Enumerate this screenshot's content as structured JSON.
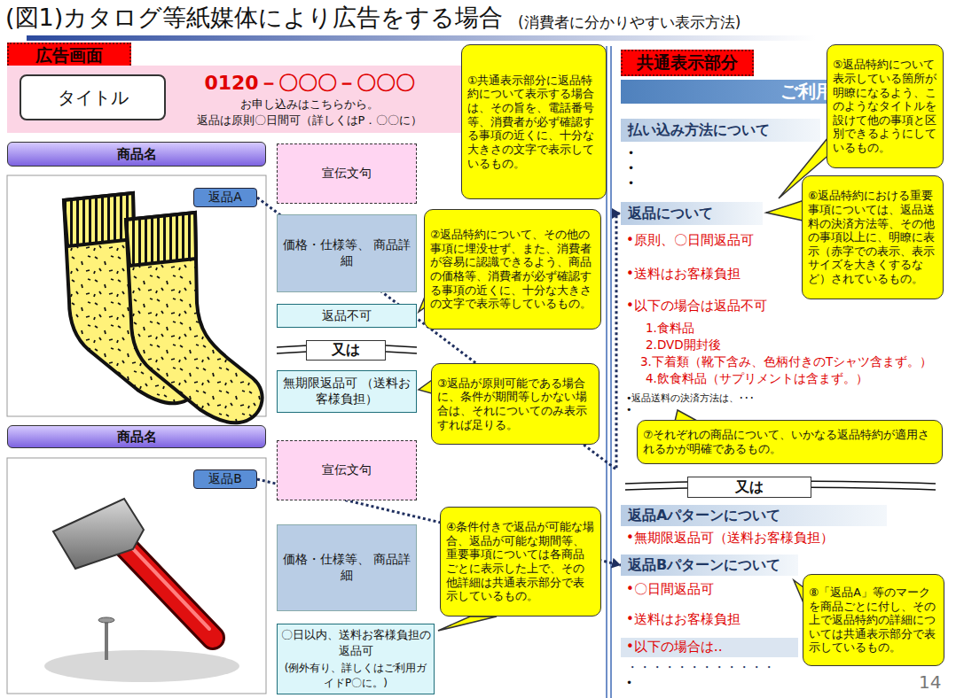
{
  "diagram": {
    "title": "(図1)カタログ等紙媒体により広告をする場合",
    "nodes": [
      {
        "text": [
          "広告画面"
        ]
      },
      {
        "text": [
          "0120－〇〇〇－〇〇〇",
          "お申し込みはこちらから。",
          "返品は原則〇日間可（詳しくはP．〇〇に）"
        ]
      },
      {
        "text": [
          "タイトル"
        ],
        "in": 1
      },
      {
        "text": [
          "商品名"
        ]
      },
      {
        "text": [
          "返品A"
        ]
      },
      {
        "text": [
          "宣伝文句"
        ]
      },
      {
        "text": [
          "価格・仕様等、 商品詳細"
        ]
      },
      {
        "text": [
          "返品不可"
        ]
      },
      {
        "text": [
          "又は"
        ]
      },
      {
        "text": [
          "無期限返品可 （送料お客様負担）"
        ]
      },
      {
        "text": [
          "商品名"
        ]
      },
      {
        "text": [
          "返品B"
        ]
      },
      {
        "text": [
          "宣伝文句"
        ]
      },
      {
        "text": [
          "価格・仕様等、 商品詳細"
        ]
      },
      {
        "text": [
          "〇日以内、送料お客様負担の返品可",
          "(例外有り、詳しくはご利用ガイドP〇に。)"
        ]
      },
      {
        "text": [
          "共通表示部分"
        ]
      },
      {
        "text": [
          "ご利用ガイド"
        ]
      },
      {
        "text": [
          "払い込み方法について"
        ]
      },
      {
        "text": [
          "返品について"
        ]
      },
      {
        "text": [
          "又は"
        ]
      },
      {
        "text": [
          "返品Aパターンについて"
        ]
      },
      {
        "text": [
          "返品Bパターンについて"
        ]
      },
      {
        "text": [
          "①共通表示部分に返品特約について表示する場合は、その旨を、電話番号等、消費者が必ず確認する事項の近くに、十分な大きさの文字で表示しているもの。"
        ]
      },
      {
        "text": [
          "②返品特約について、その他の事項に埋没せず、また、消費者が容易に認識できるよう、商品の価格等、消費者が必ず確認する事項の近くに、十分な大きさの文字で表示等しているもの。"
        ]
      },
      {
        "text": [
          "③返品が原則可能である場合に、条件が期間等しかない場合は、それについてのみ表示すれば足りる。"
        ]
      },
      {
        "text": [
          "④条件付きで返品が可能な場合、返品が可能な期間等、重要事項については各商品ごとに表示した上で、その他詳細は共通表示部分で表示しているもの。"
        ]
      },
      {
        "text": [
          "⑤返品特約について表示している箇所が明瞭になるよう、このようなタイトルを設けて他の事項と区別できるようにしているもの。"
        ]
      },
      {
        "text": [
          "⑥返品特約における重要事項については、返品送料の決済方法等、その他の事項以上に、明瞭に表示（赤字での表示、表示サイズを大きくするなど）されているもの。"
        ]
      },
      {
        "text": [
          "⑦それぞれの商品について、いかなる返品特約が適用されるかが明確であるもの。"
        ]
      },
      {
        "text": [
          "⑧「返品A」等のマークを商品ごとに付し、その上で返品特約の詳細については共通表示部分で表示しているもの。"
        ]
      }
    ],
    "edges": [
      {
        "from": 4,
        "to": 18,
        "arrow": "to"
      },
      {
        "from": 11,
        "to": 21,
        "arrow": "to"
      }
    ],
    "labels": [
      "(消費者に分かりやすい表示方法)",
      "•原則、〇日間返品可",
      "•送料はお客様負担",
      "•以下の場合は返品不可",
      "1.食料品",
      "2.DVD開封後",
      "3.下着類（靴下含み、色柄付きのTシャツ含まず。）",
      "4.飲食料品（サプリメントは含まず。）",
      "•返品送料の決済方法は、･･･",
      "•",
      "•無期限返品可（送料お客様負担）",
      "•〇日間返品可",
      "•送料はお客様負担",
      "•以下の場合は‥",
      "・・・・・・・・・・・・",
      "14",
      "•",
      "•",
      "•",
      "•"
    ]
  }
}
